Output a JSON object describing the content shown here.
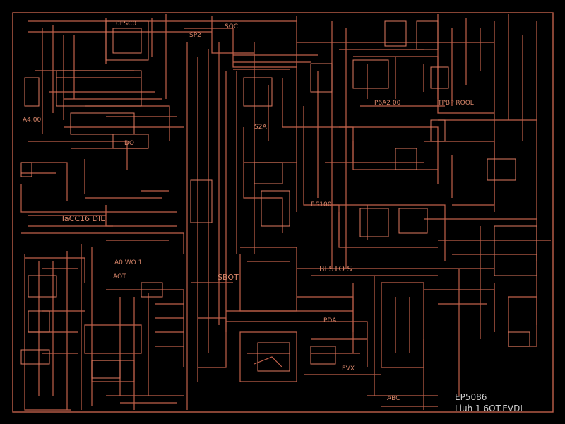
{
  "colors": {
    "background": "#000000",
    "trace": "#c0604a",
    "trace_bright": "#e07a5f",
    "label": "#d8866a",
    "title_block": "#cfcfcf"
  },
  "labels": {
    "top_center_block": "0ESC0",
    "top_mid_1": "SP2",
    "top_mid_2": "SOC",
    "top_right_block": "P6A2 00",
    "left_mid": "A4.00",
    "left_lower_bus": "TaCC16 DIL",
    "mid_left_1": "S2A",
    "mid_left_2": "DO",
    "center_block": "F.S100",
    "right_bus": "TPBP ROOL",
    "lower_left_1": "A0 WO 1",
    "lower_left_2": "AOT",
    "center_mid": "SBOT",
    "center_right": "BLSTO S",
    "lower_center": "PDA",
    "lower_center_2": "EVX",
    "lower_center_3": "ABC"
  },
  "title_block": {
    "line1": "EP5086",
    "line2": "Liuh 1 6OT.EVDI"
  }
}
